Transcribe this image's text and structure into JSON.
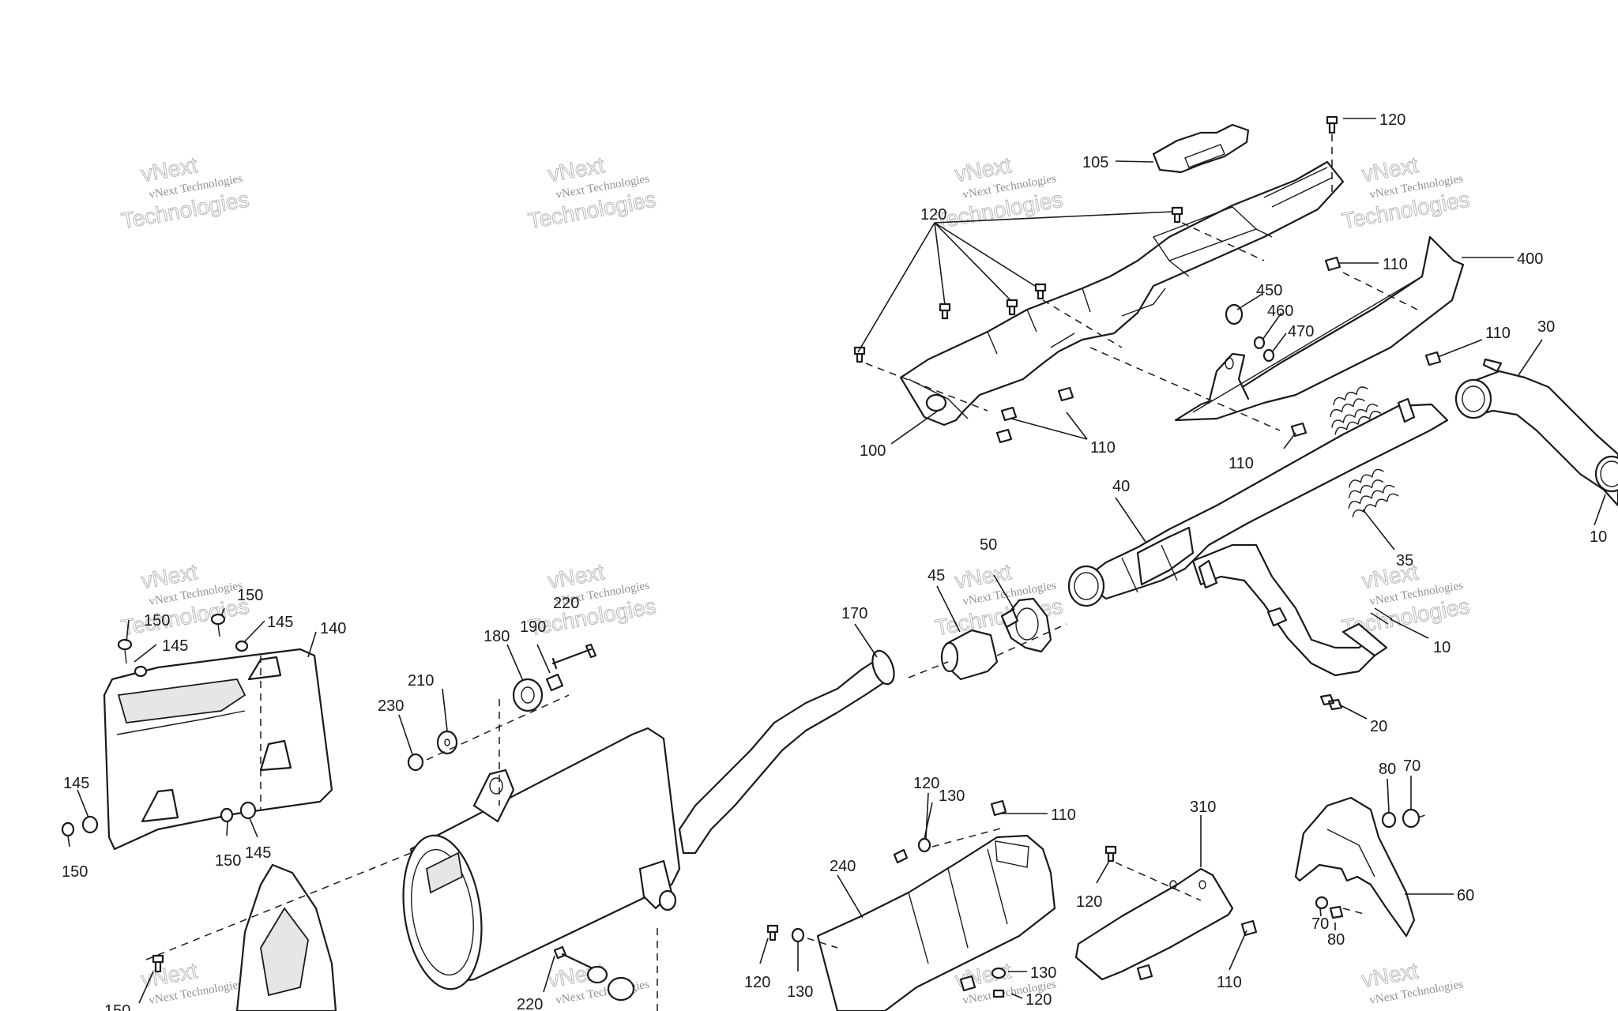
{
  "watermark": {
    "line_small": "vNext Technologies",
    "brand_top": "vNext",
    "brand_bottom": "Technologies"
  },
  "callouts": [
    {
      "id": "c120a",
      "text": "120"
    },
    {
      "id": "c105",
      "text": "105"
    },
    {
      "id": "c120b",
      "text": "120"
    },
    {
      "id": "c110a",
      "text": "110"
    },
    {
      "id": "c400",
      "text": "400"
    },
    {
      "id": "c450",
      "text": "450"
    },
    {
      "id": "c460",
      "text": "460"
    },
    {
      "id": "c470",
      "text": "470"
    },
    {
      "id": "c110b",
      "text": "110"
    },
    {
      "id": "c30",
      "text": "30"
    },
    {
      "id": "c100",
      "text": "100"
    },
    {
      "id": "c110c",
      "text": "110"
    },
    {
      "id": "c110d",
      "text": "110"
    },
    {
      "id": "c40",
      "text": "40"
    },
    {
      "id": "c10a",
      "text": "10"
    },
    {
      "id": "c35",
      "text": "35"
    },
    {
      "id": "c50",
      "text": "50"
    },
    {
      "id": "c45",
      "text": "45"
    },
    {
      "id": "c10b",
      "text": "10"
    },
    {
      "id": "c20",
      "text": "20"
    },
    {
      "id": "c170",
      "text": "170"
    },
    {
      "id": "c150a",
      "text": "150"
    },
    {
      "id": "c150b",
      "text": "150"
    },
    {
      "id": "c145a",
      "text": "145"
    },
    {
      "id": "c145b",
      "text": "145"
    },
    {
      "id": "c140",
      "text": "140"
    },
    {
      "id": "c220a",
      "text": "220"
    },
    {
      "id": "c190",
      "text": "190"
    },
    {
      "id": "c180",
      "text": "180"
    },
    {
      "id": "c210",
      "text": "210"
    },
    {
      "id": "c230",
      "text": "230"
    },
    {
      "id": "c145c",
      "text": "145"
    },
    {
      "id": "c150c",
      "text": "150"
    },
    {
      "id": "c150d",
      "text": "150"
    },
    {
      "id": "c145d",
      "text": "145"
    },
    {
      "id": "c120c",
      "text": "120"
    },
    {
      "id": "c130a",
      "text": "130"
    },
    {
      "id": "c110e",
      "text": "110"
    },
    {
      "id": "c310",
      "text": "310"
    },
    {
      "id": "c80a",
      "text": "80"
    },
    {
      "id": "c70a",
      "text": "70"
    },
    {
      "id": "c240",
      "text": "240"
    },
    {
      "id": "c120d",
      "text": "120"
    },
    {
      "id": "c60",
      "text": "60"
    },
    {
      "id": "c70b",
      "text": "70"
    },
    {
      "id": "c80b",
      "text": "80"
    },
    {
      "id": "c110f",
      "text": "110"
    },
    {
      "id": "c120e",
      "text": "120"
    },
    {
      "id": "c130b",
      "text": "130"
    },
    {
      "id": "c130c",
      "text": "130"
    },
    {
      "id": "c120f",
      "text": "120"
    },
    {
      "id": "c220b",
      "text": "220"
    },
    {
      "id": "c150e",
      "text": "150"
    }
  ]
}
